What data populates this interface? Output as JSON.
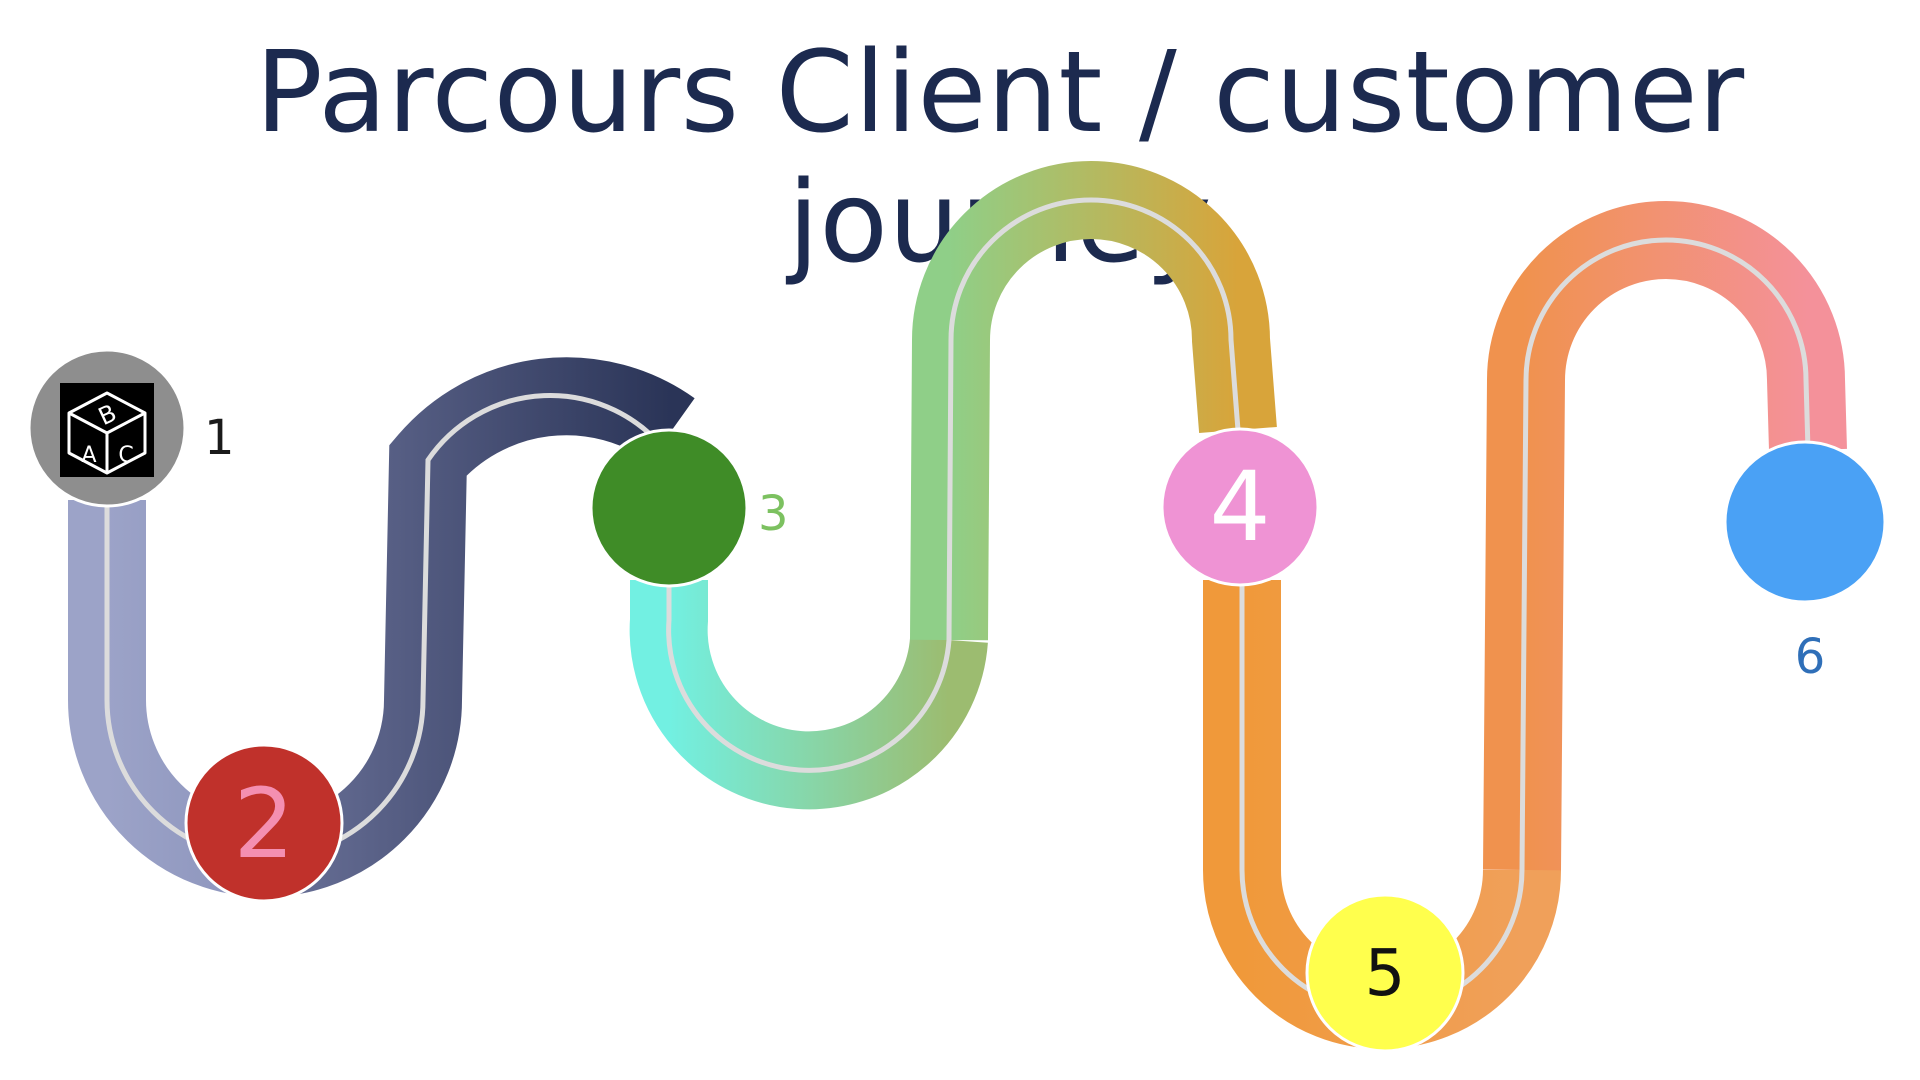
{
  "title": "Parcours Client / customer journey",
  "logo": {
    "letters": [
      "B",
      "A",
      "C"
    ],
    "icon": "abc-cube-icon"
  },
  "steps": [
    {
      "number": "1",
      "circle_color": "#8e8e8e",
      "number_color": "#1a1a1a"
    },
    {
      "number": "2",
      "circle_color": "#c0312b",
      "number_color": "#f48fb1"
    },
    {
      "number": "3",
      "circle_color": "#3f8c27",
      "number_color": "#7cc160"
    },
    {
      "number": "4",
      "circle_color": "#ef93d4",
      "number_color": "#ffffff"
    },
    {
      "number": "5",
      "circle_color": "#ffff4d",
      "number_color": "#111111"
    },
    {
      "number": "6",
      "circle_color": "#4aa1f5",
      "number_color": "#2f6fb8"
    }
  ],
  "segment_colors": [
    [
      "#9ca3c8",
      "#8b93bb"
    ],
    [
      "#6b7299",
      "#2a3457"
    ],
    [
      "#72f0e2",
      "#9cbc70"
    ],
    [
      "#8fcf88",
      "#d8a43a"
    ],
    [
      "#f0993a",
      "#f0a05a"
    ],
    [
      "#f0924e",
      "#f4919a"
    ]
  ]
}
